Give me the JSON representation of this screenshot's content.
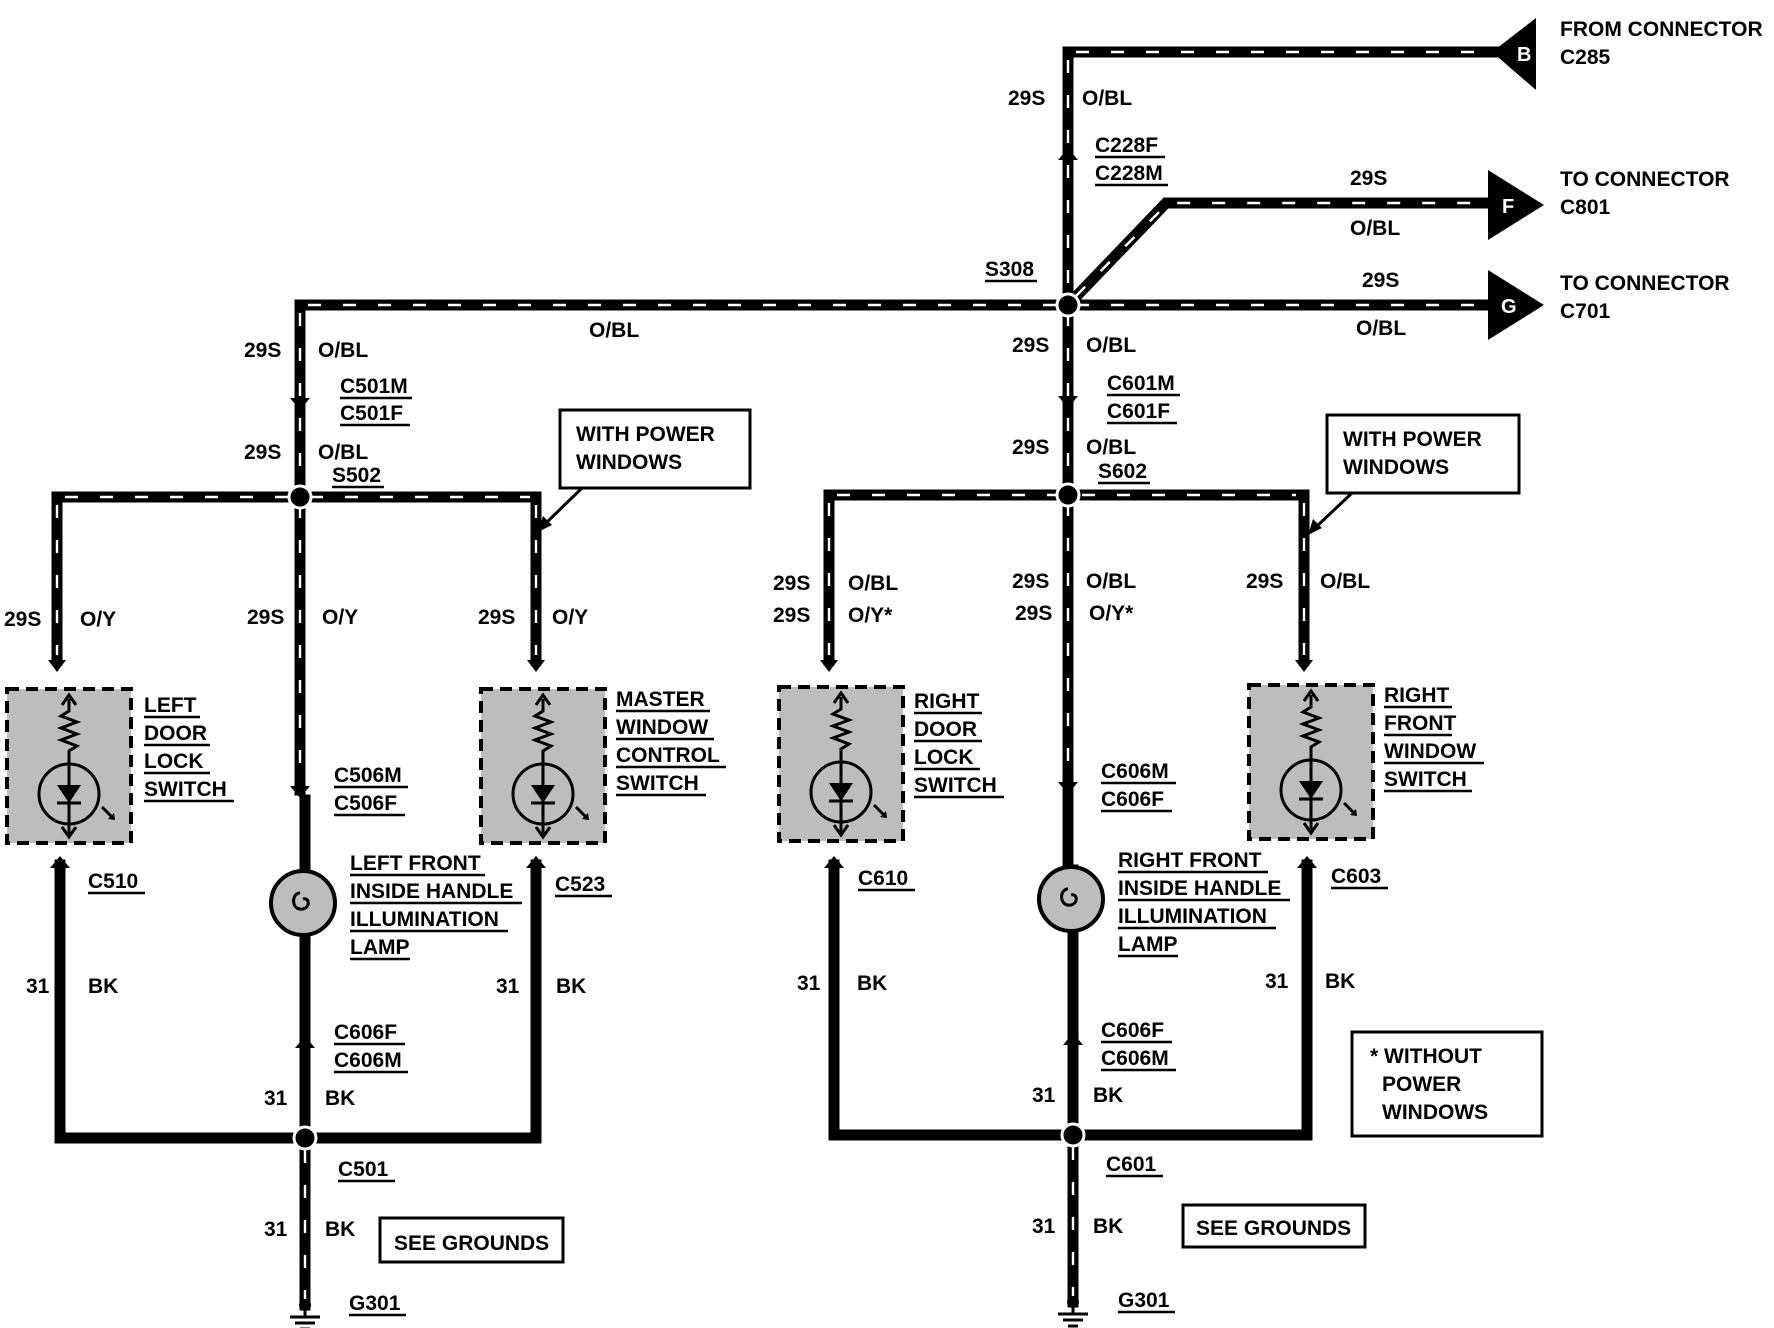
{
  "colors": {
    "wire": "#000000",
    "component_fill": "#bdbdbd",
    "background": "#ffffff"
  },
  "connectors": {
    "from_b": {
      "pin": "B",
      "line1": "FROM CONNECTOR",
      "line2": "C285"
    },
    "to_f": {
      "pin": "F",
      "line1": "TO CONNECTOR",
      "line2": "C801"
    },
    "to_g": {
      "pin": "G",
      "line1": "TO CONNECTOR",
      "line2": "C701"
    }
  },
  "splices": {
    "s308": "S308",
    "s502": "S502",
    "s602": "S602"
  },
  "connector_pairs": {
    "c228": [
      "C228F",
      "C228M"
    ],
    "c501": [
      "C501M",
      "C501F"
    ],
    "c601": [
      "C601M",
      "C601F"
    ],
    "c506_left": [
      "C506M",
      "C506F"
    ],
    "c606_right": [
      "C606M",
      "C606F"
    ],
    "c606_left_low": [
      "C606F",
      "C606M"
    ],
    "c606_right_low": [
      "C606F",
      "C606M"
    ]
  },
  "connectors_single": {
    "c510": "C510",
    "c523": "C523",
    "c610": "C610",
    "c603": "C603",
    "c501": "C501",
    "c601": "C601"
  },
  "grounds": {
    "left": "G301",
    "right": "G301"
  },
  "wire_labels": {
    "c29s": "29S",
    "c31": "31",
    "obl": "O/BL",
    "oy": "O/Y",
    "oy_star": "O/Y*",
    "bk": "BK"
  },
  "notes": {
    "with_power_windows": [
      "WITH POWER",
      "WINDOWS"
    ],
    "without_power_windows": [
      "* WITHOUT",
      "POWER",
      "WINDOWS"
    ],
    "see_grounds": "SEE GROUNDS"
  },
  "components": {
    "left_door_lock_switch": [
      "LEFT",
      "DOOR",
      "LOCK",
      "SWITCH"
    ],
    "master_window_control_switch": [
      "MASTER",
      "WINDOW",
      "CONTROL",
      "SWITCH"
    ],
    "right_door_lock_switch": [
      "RIGHT",
      "DOOR",
      "LOCK",
      "SWITCH"
    ],
    "right_front_window_switch": [
      "RIGHT",
      "FRONT",
      "WINDOW",
      "SWITCH"
    ],
    "left_front_inside_handle_lamp": [
      "LEFT FRONT",
      "INSIDE HANDLE",
      "ILLUMINATION",
      "LAMP"
    ],
    "right_front_inside_handle_lamp": [
      "RIGHT FRONT",
      "INSIDE HANDLE",
      "ILLUMINATION",
      "LAMP"
    ]
  }
}
